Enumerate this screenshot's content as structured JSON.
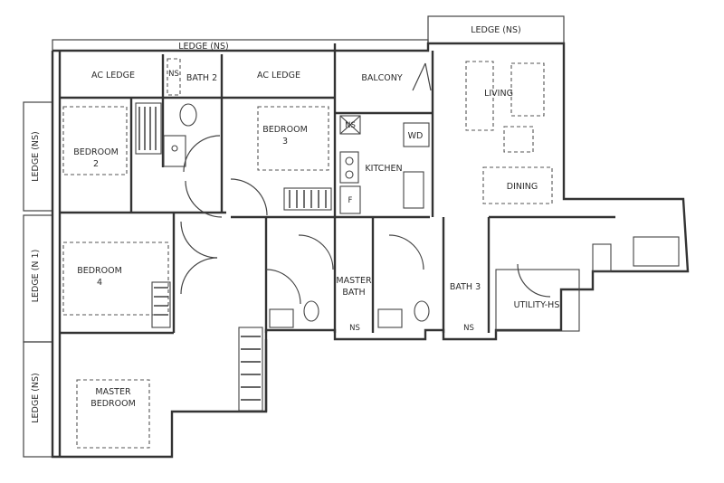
{
  "ledges": {
    "top": "LEDGE (NS)",
    "top_right": "LEDGE (NS)",
    "left_upper": "LEDGE (NS)",
    "left_middle": "LEDGE (N 1)",
    "left_lower": "LEDGE (NS)"
  },
  "rooms": {
    "ac_ledge_left": "AC LEDGE",
    "ac_ledge_right": "AC LEDGE",
    "bath2": "BATH 2",
    "bath2_ns": "NS",
    "balcony": "BALCONY",
    "living": "LIVING",
    "bedroom2_line1": "BEDROOM",
    "bedroom2_line2": "2",
    "bedroom3_line1": "BEDROOM",
    "bedroom3_line2": "3",
    "kitchen": "KITCHEN",
    "kitchen_ns": "NS",
    "wd": "WD",
    "fridge": "F",
    "dining": "DINING",
    "bedroom4_line1": "BEDROOM",
    "bedroom4_line2": "4",
    "master_bath_line1": "MASTER",
    "master_bath_line2": "BATH",
    "bath3": "BATH 3",
    "utility": "UTILITY-HS",
    "ns_master_bath": "NS",
    "ns_bath3": "NS",
    "master_bedroom_line1": "MASTER",
    "master_bedroom_line2": "BEDROOM"
  }
}
